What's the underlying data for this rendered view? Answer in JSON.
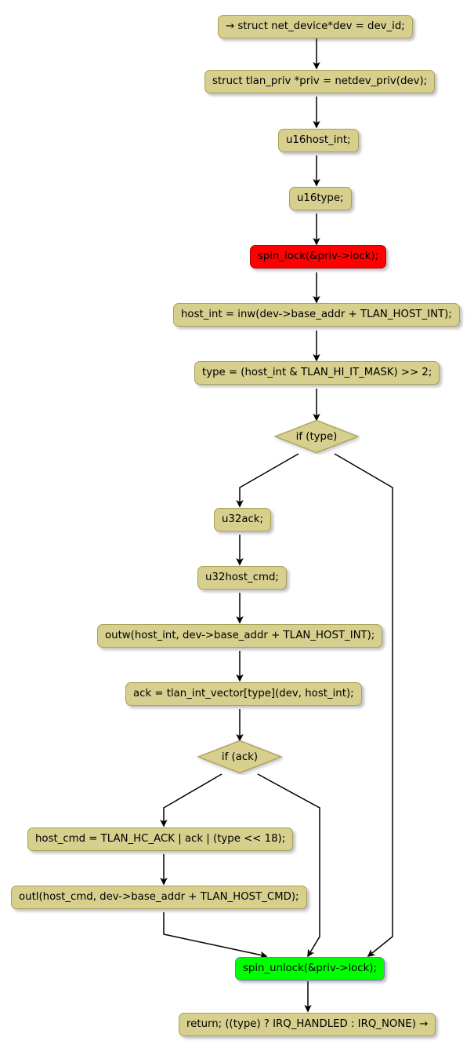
{
  "diagram": {
    "type": "activity-flowchart",
    "title": "",
    "colors": {
      "node_fill": "#D6CF8D",
      "node_border": "#A9A157",
      "start_highlight": "#FF0000",
      "end_highlight": "#00FF00",
      "edge": "#000000",
      "background": "#FFFFFF"
    },
    "nodes": [
      {
        "id": "n1",
        "shape": "box",
        "label": "→ struct net_device*dev = dev_id;",
        "style": "normal"
      },
      {
        "id": "n2",
        "shape": "box",
        "label": "struct tlan_priv *priv = netdev_priv(dev);",
        "style": "normal"
      },
      {
        "id": "n3",
        "shape": "box",
        "label": "u16host_int;",
        "style": "normal"
      },
      {
        "id": "n4",
        "shape": "box",
        "label": "u16type;",
        "style": "normal"
      },
      {
        "id": "n5",
        "shape": "box",
        "label": "spin_lock(&priv->lock);",
        "style": "red"
      },
      {
        "id": "n6",
        "shape": "box",
        "label": "host_int = inw(dev->base_addr + TLAN_HOST_INT);",
        "style": "normal"
      },
      {
        "id": "n7",
        "shape": "box",
        "label": "type = (host_int & TLAN_HI_IT_MASK) >> 2;",
        "style": "normal"
      },
      {
        "id": "d1",
        "shape": "diamond",
        "label": "if (type)",
        "style": "normal"
      },
      {
        "id": "n8",
        "shape": "box",
        "label": "u32ack;",
        "style": "normal"
      },
      {
        "id": "n9",
        "shape": "box",
        "label": "u32host_cmd;",
        "style": "normal"
      },
      {
        "id": "n10",
        "shape": "box",
        "label": "outw(host_int, dev->base_addr + TLAN_HOST_INT);",
        "style": "normal"
      },
      {
        "id": "n11",
        "shape": "box",
        "label": "ack = tlan_int_vector[type](dev, host_int);",
        "style": "normal"
      },
      {
        "id": "d2",
        "shape": "diamond",
        "label": "if (ack)",
        "style": "normal"
      },
      {
        "id": "n12",
        "shape": "box",
        "label": "host_cmd = TLAN_HC_ACK | ack | (type << 18);",
        "style": "normal"
      },
      {
        "id": "n13",
        "shape": "box",
        "label": "outl(host_cmd, dev->base_addr + TLAN_HOST_CMD);",
        "style": "normal"
      },
      {
        "id": "n14",
        "shape": "box",
        "label": "spin_unlock(&priv->lock);",
        "style": "green"
      },
      {
        "id": "n15",
        "shape": "box",
        "label": "return; ((type) ? IRQ_HANDLED : IRQ_NONE) →",
        "style": "normal"
      }
    ],
    "edges": [
      {
        "from": "n1",
        "to": "n2"
      },
      {
        "from": "n2",
        "to": "n3"
      },
      {
        "from": "n3",
        "to": "n4"
      },
      {
        "from": "n4",
        "to": "n5"
      },
      {
        "from": "n5",
        "to": "n6"
      },
      {
        "from": "n6",
        "to": "n7"
      },
      {
        "from": "n7",
        "to": "d1"
      },
      {
        "from": "d1",
        "to": "n8",
        "branch": "true"
      },
      {
        "from": "d1",
        "to": "n14",
        "branch": "false"
      },
      {
        "from": "n8",
        "to": "n9"
      },
      {
        "from": "n9",
        "to": "n10"
      },
      {
        "from": "n10",
        "to": "n11"
      },
      {
        "from": "n11",
        "to": "d2"
      },
      {
        "from": "d2",
        "to": "n12",
        "branch": "true"
      },
      {
        "from": "d2",
        "to": "n14",
        "branch": "false"
      },
      {
        "from": "n12",
        "to": "n13"
      },
      {
        "from": "n13",
        "to": "n14"
      },
      {
        "from": "n14",
        "to": "n15"
      }
    ]
  }
}
